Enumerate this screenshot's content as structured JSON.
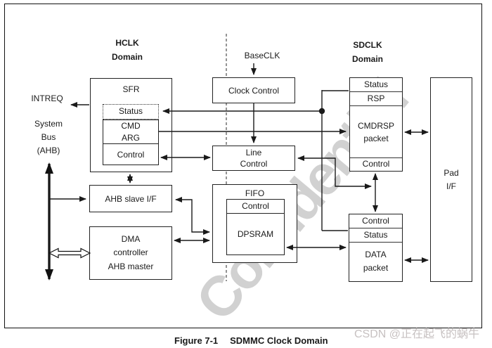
{
  "headings": {
    "hclk_line1": "HCLK",
    "hclk_line2": "Domain",
    "sdclk_line1": "SDCLK",
    "sdclk_line2": "Domain"
  },
  "signals": {
    "intreq": "INTREQ",
    "baseclk": "BaseCLK",
    "system_bus_line1": "System",
    "system_bus_line2": "Bus",
    "system_bus_line3": "(AHB)"
  },
  "blocks": {
    "sfr": {
      "title": "SFR",
      "status": "Status",
      "cmd": "CMD",
      "arg": "ARG",
      "control": "Control"
    },
    "clock_control": {
      "title": "Clock Control"
    },
    "line_control": {
      "line1": "Line",
      "line2": "Control"
    },
    "fifo": {
      "title": "FIFO",
      "control": "Control",
      "dpsram": "DPSRAM"
    },
    "ahb_slave": {
      "title": "AHB slave I/F"
    },
    "dma": {
      "line1": "DMA",
      "line2": "controller",
      "line3": "AHB master"
    },
    "cmdrsp": {
      "status": "Status",
      "rsp": "RSP",
      "packet_line1": "CMDRSP",
      "packet_line2": "packet",
      "control": "Control"
    },
    "data": {
      "control": "Control",
      "status": "Status",
      "packet_line1": "DATA",
      "packet_line2": "packet"
    },
    "pad": {
      "line1": "Pad",
      "line2": "I/F"
    }
  },
  "caption": {
    "figure": "Figure 7-1",
    "title": "SDMMC Clock Domain"
  },
  "watermarks": {
    "confidential": "Confidential",
    "csdn": "CSDN @正在起飞的蜗牛"
  },
  "colors": {
    "line": "#1a1a1a",
    "border": "#222222",
    "watermark_gray": "#acacac",
    "csdn_gray": "#c7c1c1",
    "background": "#ffffff"
  }
}
